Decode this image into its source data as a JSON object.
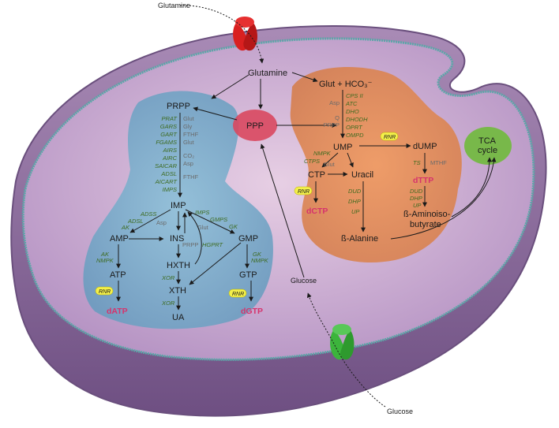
{
  "external": {
    "glutamine": "Glutamine",
    "glucose": "Glucose"
  },
  "inner": {
    "glutamine": "Glutamine",
    "glucose": "Glucose",
    "ppp": "PPP",
    "tca_line1": "TCA",
    "tca_line2": "cycle"
  },
  "purine": {
    "prpp": "PRPP",
    "enzymes": [
      "PRAT",
      "GARS",
      "GART",
      "FGAMS",
      "AIRS",
      "AIRC",
      "SAICAR",
      "ADSL",
      "AICART",
      "IMPS"
    ],
    "substrates": [
      "Glut",
      "Gly",
      "FTHF",
      "Glut",
      "CO₂",
      "Asp",
      "FTHF"
    ],
    "imp": "IMP",
    "adss": "ADSS",
    "adsl": "ADSL",
    "ak1": "AK",
    "asp": "Asp",
    "imps": "IMPS",
    "gmps": "GMPS",
    "glut": "Glut",
    "gk": "GK",
    "amp": "AMP",
    "ins": "INS",
    "gmp": "GMP",
    "ak2": "AK",
    "nmpk1": "NMPK",
    "prpp2": "PRPP",
    "hgprt": "HGPRT",
    "gk2": "GK",
    "nmpk2": "NMPK",
    "atp": "ATP",
    "hxth": "HXTH",
    "gtp": "GTP",
    "xor1": "XOR",
    "xth": "XTH",
    "xor2": "XOR",
    "ua": "UA",
    "rnr1": "RNR",
    "rnr2": "RNR",
    "datp": "dATP",
    "dgtp": "dGTP"
  },
  "pyrimidine": {
    "glut_hco3": "Glut + HCO₃⁻",
    "enzymes": [
      "CPS II",
      "ATC",
      "DHO",
      "DHODH",
      "OPRT",
      "OMPD"
    ],
    "asp": "Asp",
    "q": "Q",
    "prpp": "PRPP",
    "ump": "UMP",
    "nmpk": "NMPK",
    "ctps": "CTPS",
    "glut": "Glut",
    "ctp": "CTP",
    "uracil": "Uracil",
    "rnr_ctp": "RNR",
    "dctp": "dCTP",
    "dud": "DUD",
    "dhp": "DHP",
    "up": "UP",
    "balanine": "ß-Alanine",
    "rnr_ump": "RNR",
    "dump": "dUMP",
    "ts": "TS",
    "mthf": "MTHF",
    "dttp": "dTTP",
    "dud2": "DUD",
    "dhp2": "DHP",
    "up2": "UP",
    "bamino_line1": "ß-Aminoiso-",
    "bamino_line2": "butyrate"
  },
  "colors": {
    "cell_outer": "#8f6f9f",
    "cell_inner": "#c7a8d2",
    "purine_region": "#7fb0cc",
    "pyrimidine_region": "#e8925a",
    "ppp": "#d9485f",
    "tca": "#78b84a",
    "product": "#d6336c",
    "enzyme": "#3d6b1f",
    "rnr_badge": "#f4f04a",
    "transporter_glutamine": "#d92020",
    "transporter_glucose": "#3cb43c"
  }
}
